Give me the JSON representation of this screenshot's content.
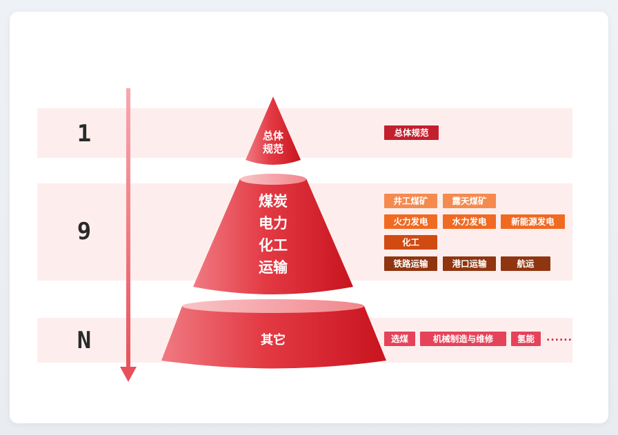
{
  "levels": {
    "one": "1",
    "nine": "9",
    "n": "N"
  },
  "pyramid": {
    "tier1_line1": "总体",
    "tier1_line2": "规范",
    "tier2_lines": [
      "煤炭",
      "电力",
      "化工",
      "运输"
    ],
    "tier3": "其它"
  },
  "tags": {
    "row1": [
      "总体规范"
    ],
    "coal": [
      "井工煤矿",
      "露天煤矿"
    ],
    "power": [
      "火力发电",
      "水力发电",
      "新能源发电"
    ],
    "chem": [
      "化工"
    ],
    "transport": [
      "铁路运输",
      "港口运输",
      "航运"
    ],
    "other": [
      "选煤",
      "机械制造与维修",
      "氢能"
    ],
    "more": "......"
  },
  "colors": {
    "band": "#fdeeed",
    "arrow": "#e8505b",
    "tier_red": "#d9202b",
    "tag_dark_red": "#c3202e",
    "tag_light_orange": "#f58a4f",
    "tag_orange": "#f06a22",
    "tag_dark_orange": "#d04a12",
    "tag_brown": "#8f3510",
    "tag_pink": "#e6425a"
  }
}
